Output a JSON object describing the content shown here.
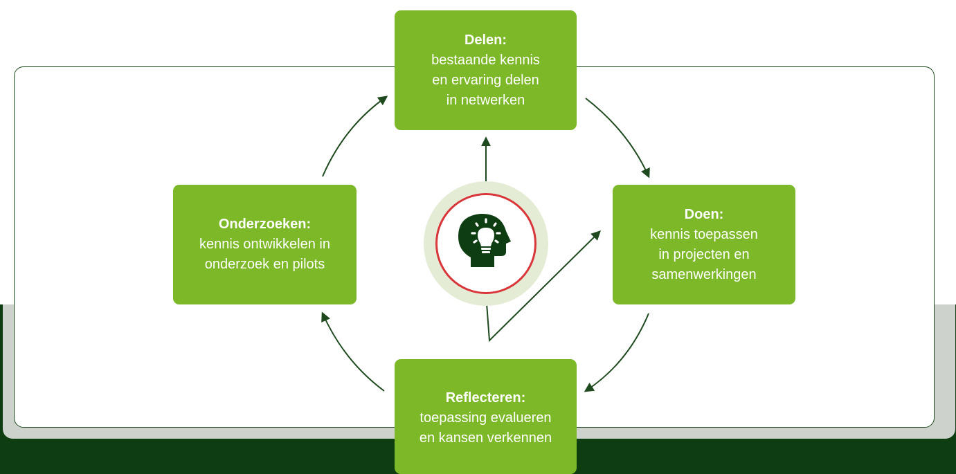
{
  "diagram": {
    "center_icon": "head-with-lightbulb-icon",
    "colors": {
      "box_fill": "#7cb827",
      "arrow": "#1f4a1f",
      "center_ring": "#d9363a",
      "background_dark": "#0f3d12"
    },
    "boxes": {
      "delen": {
        "title": "Delen:",
        "lines": [
          "bestaande kennis",
          "en ervaring delen",
          "in netwerken"
        ]
      },
      "doen": {
        "title": "Doen:",
        "lines": [
          "kennis toepassen",
          "in projecten en",
          "samenwerkingen"
        ]
      },
      "reflecteren": {
        "title": "Reflecteren:",
        "lines": [
          "toepassing evalueren",
          "en kansen verkennen"
        ]
      },
      "onderzoeken": {
        "title": "Onderzoeken:",
        "lines": [
          "kennis ontwikkelen in",
          "onderzoek en pilots"
        ]
      }
    }
  }
}
